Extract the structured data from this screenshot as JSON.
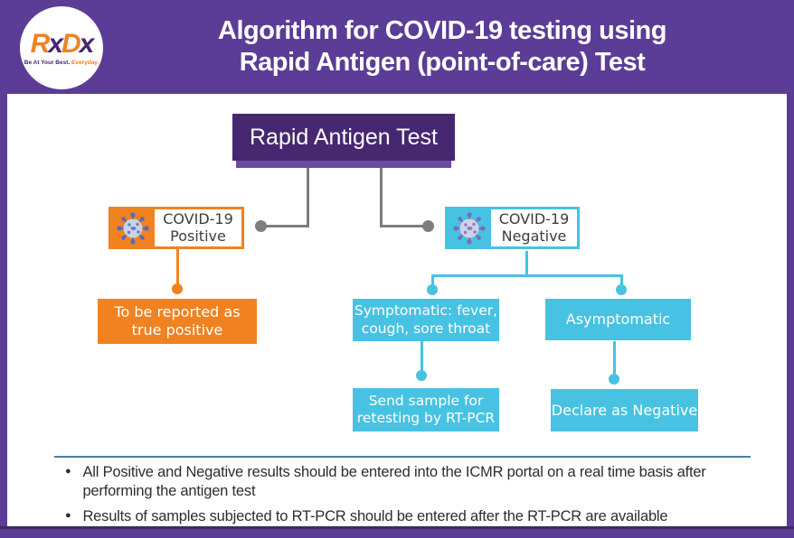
{
  "header": {
    "logo": {
      "l1": "R",
      "l2": "x",
      "l3": "D",
      "l4": "x",
      "tagline1": "Be At Your Best.",
      "tagline2": "Everyday."
    },
    "title_line1": "Algorithm for COVID-19 testing using",
    "title_line2": "Rapid Antigen (point-of-care) Test"
  },
  "flowchart": {
    "root_label": "Rapid Antigen Test",
    "positive": {
      "label_line1": "COVID-19",
      "label_line2": "Positive",
      "child_line1": "To be reported as",
      "child_line2": "true positive"
    },
    "negative": {
      "label_line1": "COVID-19",
      "label_line2": "Negative",
      "symptomatic_line1": "Symptomatic: fever,",
      "symptomatic_line2": "cough, sore throat",
      "symptomatic_child_line1": "Send sample for",
      "symptomatic_child_line2": "retesting by RT-PCR",
      "asymptomatic_label": "Asymptomatic",
      "asymptomatic_child": "Declare as Negative"
    }
  },
  "footer": {
    "bullet_glyph": "●",
    "notes": [
      "All Positive and Negative results should be entered into the ICMR portal on a real time basis after performing the antigen test",
      "Results of samples subjected to RT-PCR should be entered after the RT-PCR are available"
    ]
  },
  "colors": {
    "purple": "#5b3c96",
    "dark_purple": "#462770",
    "orange": "#f08221",
    "cyan": "#47c2e3",
    "gray": "#7d7d7d",
    "divider_blue": "#4e7ca6"
  }
}
